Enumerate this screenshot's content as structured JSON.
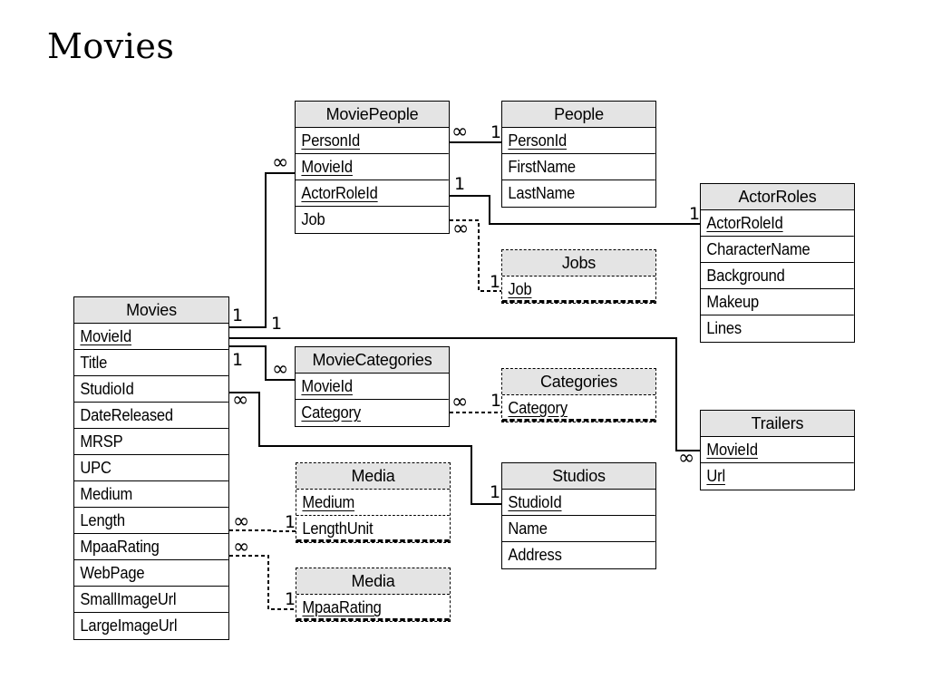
{
  "title": "Movies",
  "tables": {
    "movies": {
      "header": "Movies",
      "fields": [
        {
          "name": "MovieId",
          "key": true
        },
        {
          "name": "Title"
        },
        {
          "name": "StudioId"
        },
        {
          "name": "DateReleased"
        },
        {
          "name": "MRSP"
        },
        {
          "name": "UPC"
        },
        {
          "name": "Medium"
        },
        {
          "name": "Length"
        },
        {
          "name": "MpaaRating"
        },
        {
          "name": "WebPage"
        },
        {
          "name": "SmallImageUrl"
        },
        {
          "name": "LargeImageUrl"
        }
      ]
    },
    "moviepeople": {
      "header": "MoviePeople",
      "fields": [
        {
          "name": "PersonId",
          "key": true
        },
        {
          "name": "MovieId",
          "key": true
        },
        {
          "name": "ActorRoleId",
          "key": true
        },
        {
          "name": "Job"
        }
      ]
    },
    "people": {
      "header": "People",
      "fields": [
        {
          "name": "PersonId",
          "key": true
        },
        {
          "name": "FirstName"
        },
        {
          "name": "LastName"
        }
      ]
    },
    "actorroles": {
      "header": "ActorRoles",
      "fields": [
        {
          "name": "ActorRoleId",
          "key": true
        },
        {
          "name": "CharacterName"
        },
        {
          "name": "Background"
        },
        {
          "name": "Makeup"
        },
        {
          "name": "Lines"
        }
      ]
    },
    "jobs": {
      "header": "Jobs",
      "lookup": true,
      "fields": [
        {
          "name": "Job",
          "key": true
        }
      ]
    },
    "moviecategories": {
      "header": "MovieCategories",
      "fields": [
        {
          "name": "MovieId",
          "key": true
        },
        {
          "name": "Category",
          "key": true
        }
      ]
    },
    "categories": {
      "header": "Categories",
      "lookup": true,
      "fields": [
        {
          "name": "Category",
          "key": true
        }
      ]
    },
    "trailers": {
      "header": "Trailers",
      "fields": [
        {
          "name": "MovieId",
          "key": true
        },
        {
          "name": "Url",
          "key": true
        }
      ]
    },
    "studios": {
      "header": "Studios",
      "fields": [
        {
          "name": "StudioId",
          "key": true
        },
        {
          "name": "Name"
        },
        {
          "name": "Address"
        }
      ]
    },
    "media_medium": {
      "header": "Media",
      "lookup": true,
      "fields": [
        {
          "name": "Medium",
          "key": true
        },
        {
          "name": "LengthUnit"
        }
      ]
    },
    "media_rating": {
      "header": "Media",
      "lookup": true,
      "fields": [
        {
          "name": "MpaaRating",
          "key": true
        }
      ]
    }
  },
  "cardinality": {
    "one": "1",
    "many": "∞"
  }
}
